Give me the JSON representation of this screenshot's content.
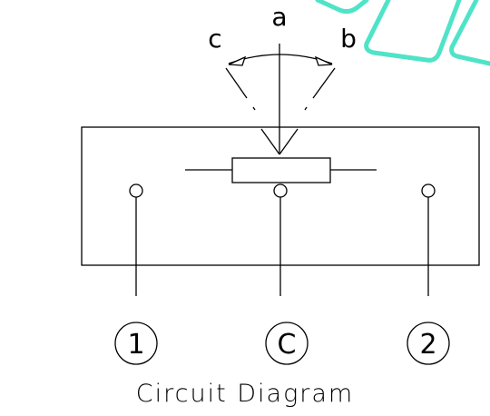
{
  "diagram": {
    "wiper_labels": {
      "center": "a",
      "left": "c",
      "right": "b"
    },
    "terminals": [
      {
        "label": "1"
      },
      {
        "label": "C"
      },
      {
        "label": "2"
      }
    ],
    "caption": "Circuit Diagram",
    "watermark_color": "#4fe3c8"
  }
}
